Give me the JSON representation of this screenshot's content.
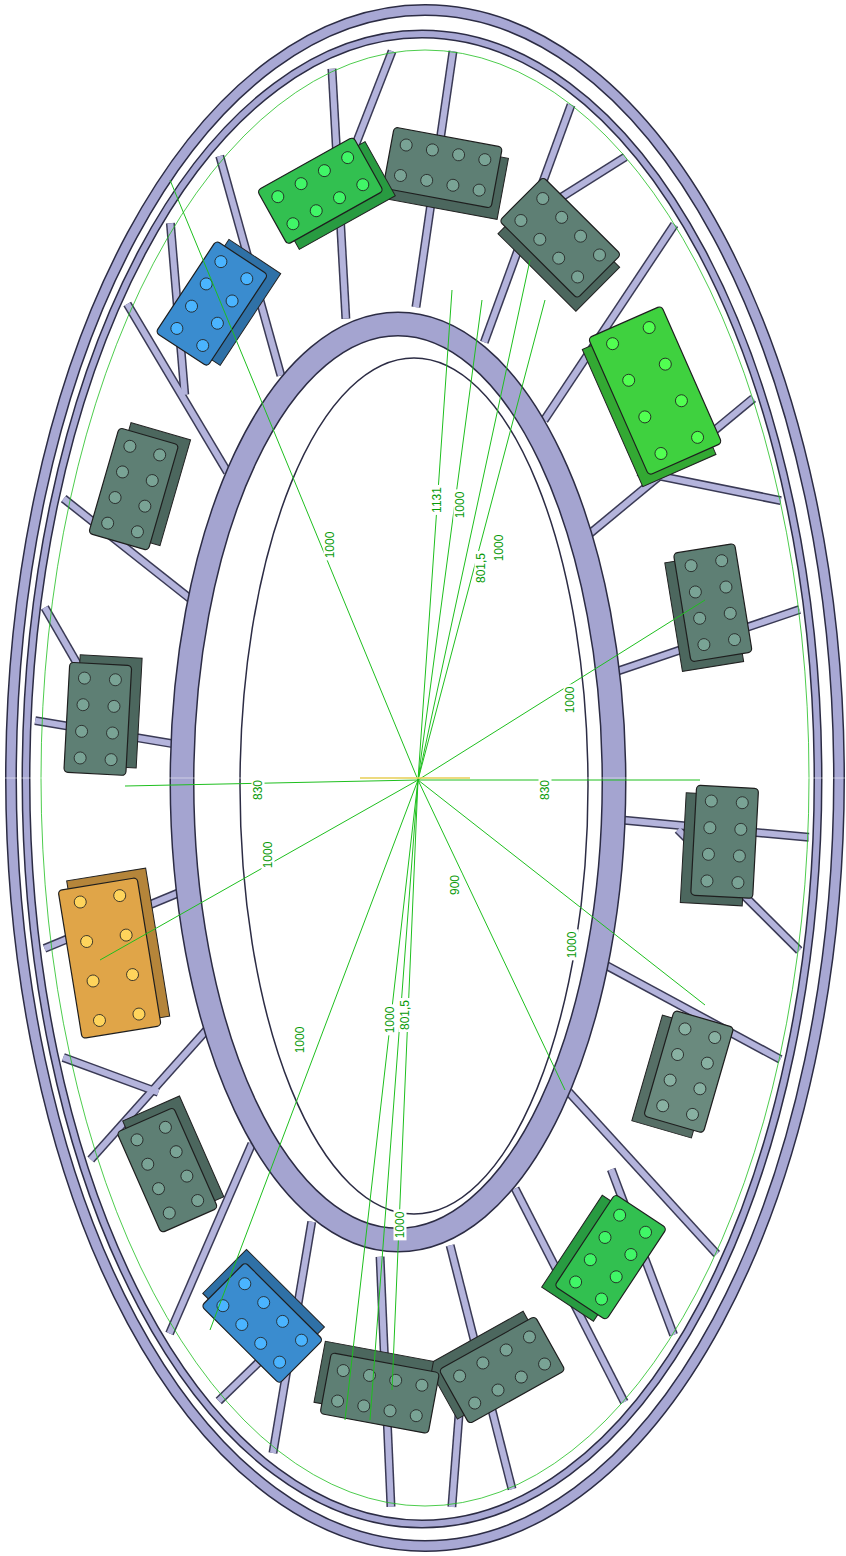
{
  "diagram": {
    "labels": [
      "1131",
      "1000",
      "801,5",
      "1000",
      "1000",
      "1000",
      "830",
      "1000",
      "900",
      "1000",
      "801,5",
      "1000",
      "830",
      "1000",
      "1000"
    ]
  }
}
